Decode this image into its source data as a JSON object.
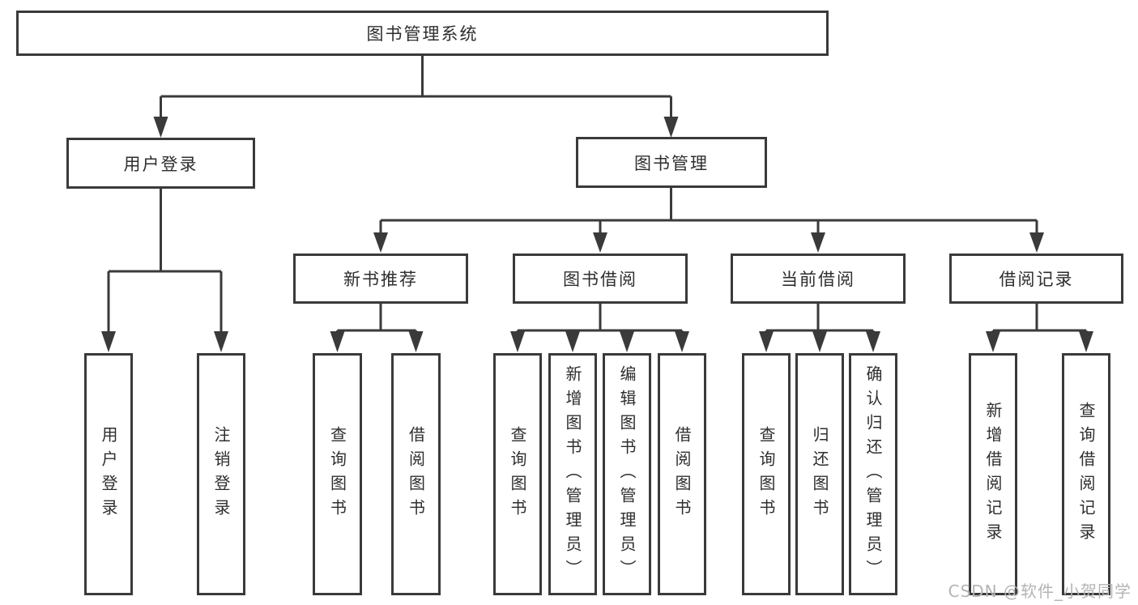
{
  "tree": {
    "label": "图书管理系统",
    "children": [
      {
        "label": "用户登录",
        "children": [
          {
            "label": "用户登录"
          },
          {
            "label": "注销登录"
          }
        ]
      },
      {
        "label": "图书管理",
        "children": [
          {
            "label": "新书推荐",
            "children": [
              {
                "label": "查询图书"
              },
              {
                "label": "借阅图书"
              }
            ]
          },
          {
            "label": "图书借阅",
            "children": [
              {
                "label": "查询图书"
              },
              {
                "label": "新增图书（管理员）"
              },
              {
                "label": "编辑图书（管理员）"
              },
              {
                "label": "借阅图书"
              }
            ]
          },
          {
            "label": "当前借阅",
            "children": [
              {
                "label": "查询图书"
              },
              {
                "label": "归还图书"
              },
              {
                "label": "确认归还（管理员）"
              }
            ]
          },
          {
            "label": "借阅记录",
            "children": [
              {
                "label": "新增借阅记录"
              },
              {
                "label": "查询借阅记录"
              }
            ]
          }
        ]
      }
    ]
  },
  "watermark": {
    "text": "CSDN @软件_小贺同学"
  },
  "colors": {
    "line": "#3a3a3a",
    "text": "#2e2e2e",
    "watermark": "#b4b4b4",
    "background": "#ffffff"
  }
}
